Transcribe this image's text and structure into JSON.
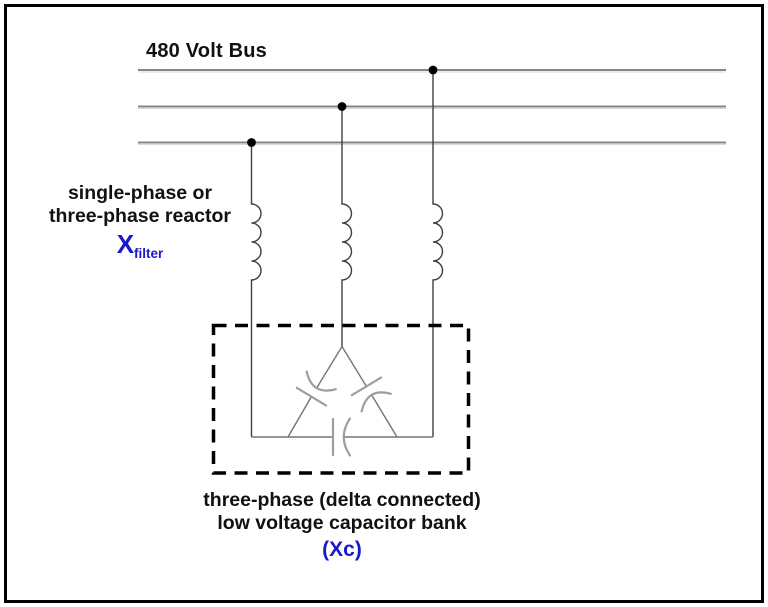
{
  "diagram": {
    "bus_label": "480 Volt Bus",
    "reactor_caption": {
      "line1": "single-phase or",
      "line2": "three-phase reactor",
      "symbol": "X",
      "symbol_subscript": "filter"
    },
    "capacitor_caption": {
      "line1": "three-phase (delta connected)",
      "line2": "low voltage capacitor bank",
      "symbol": "(Xc)"
    }
  },
  "colors": {
    "accent_blue": "#1a1acc",
    "text_black": "#111111",
    "bus_line_gray": "#868686",
    "wire_dark_gray": "#3f3f3f",
    "delta_gray": "#757575",
    "plate_gray": "#9e9e9e",
    "border_black": "#000000"
  }
}
